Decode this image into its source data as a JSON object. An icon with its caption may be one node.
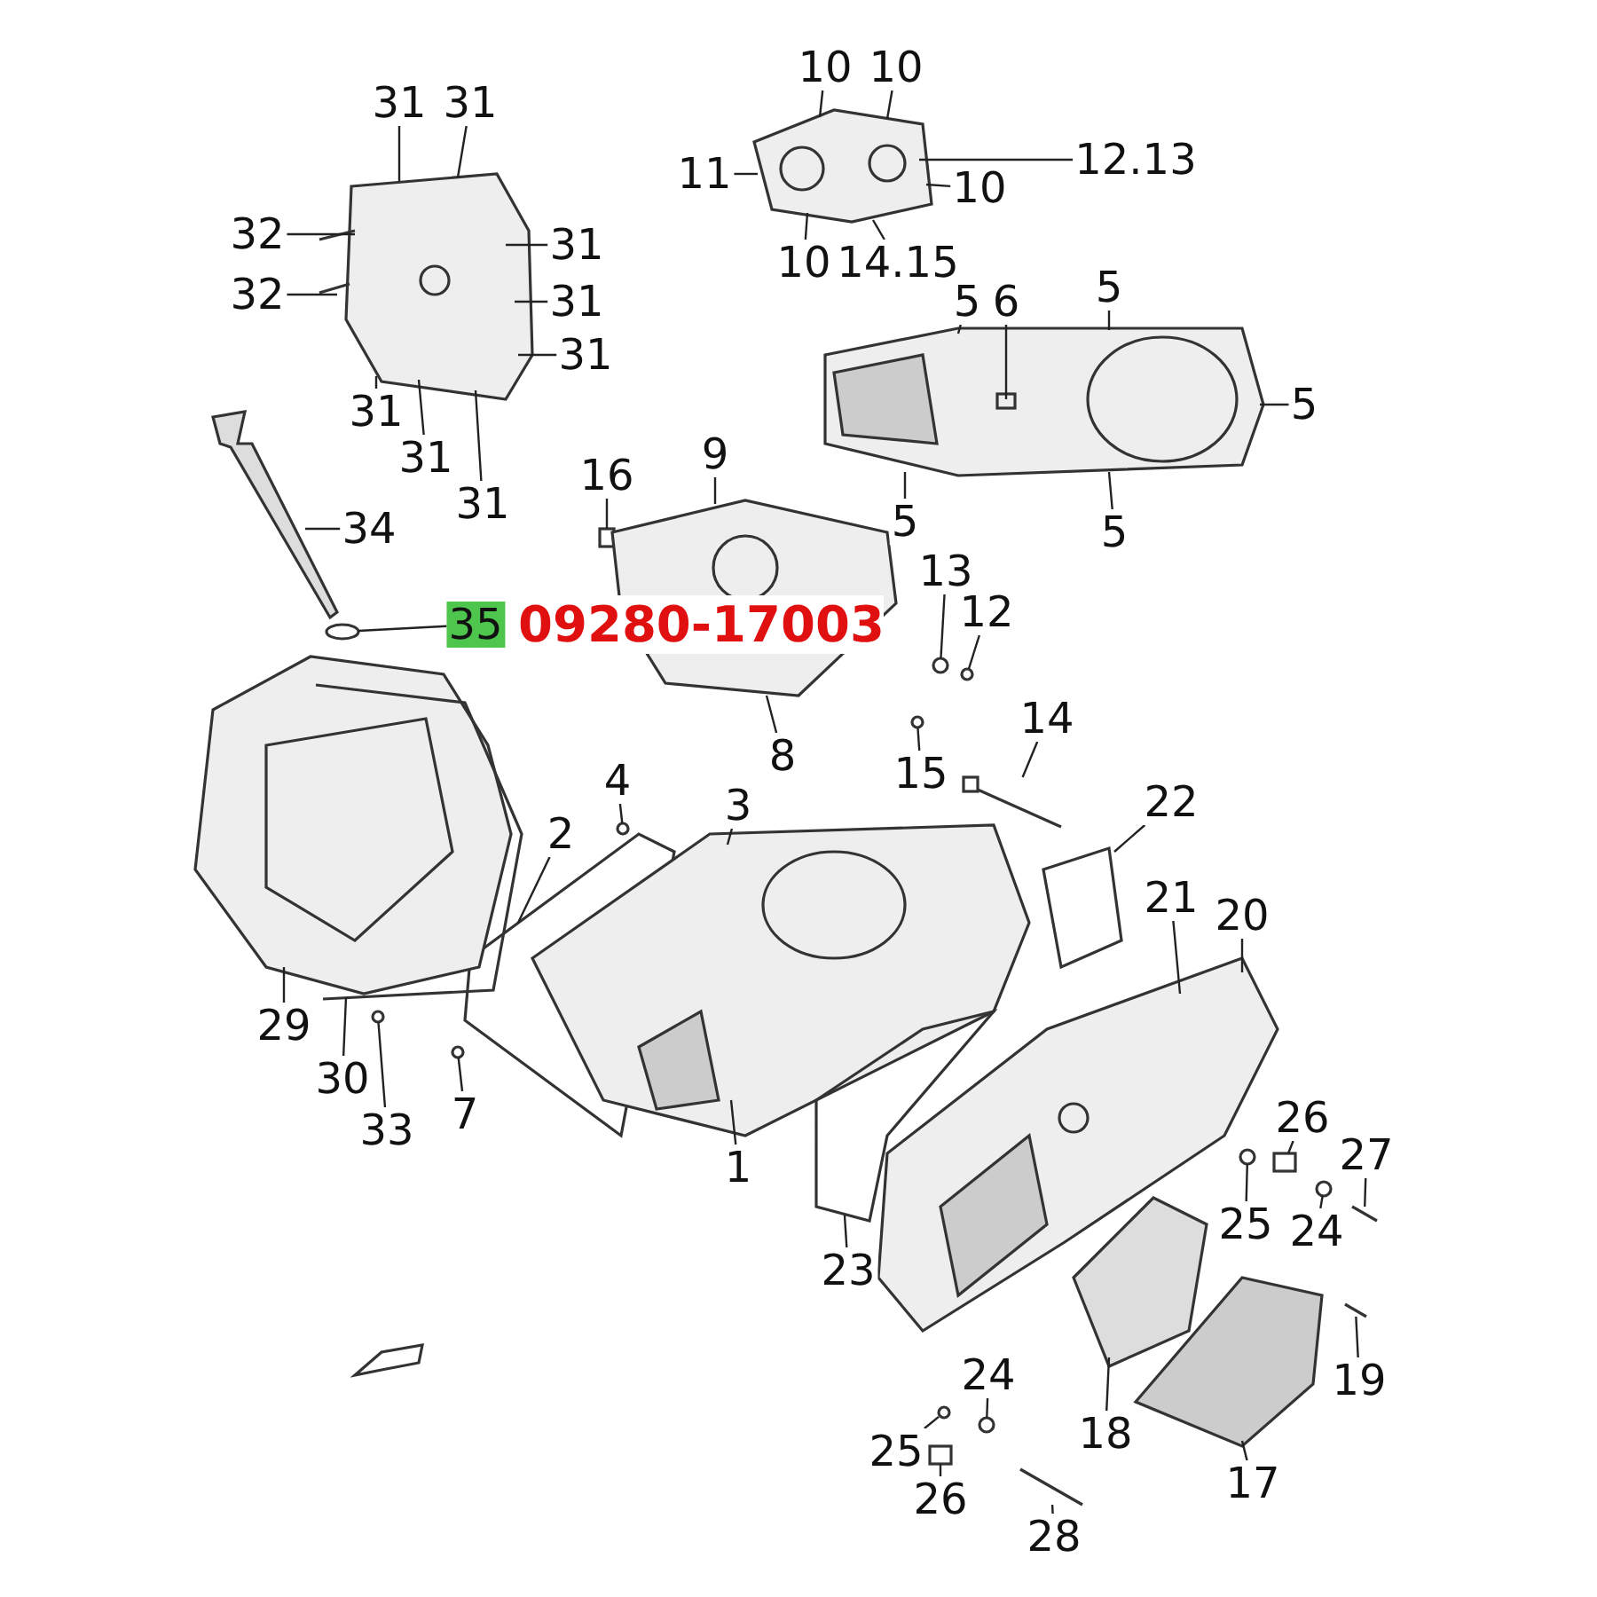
{
  "diagram": {
    "nodes": [
      {
        "text": [
          "31"
        ]
      },
      {
        "text": [
          "31"
        ]
      },
      {
        "text": [
          "32"
        ]
      },
      {
        "text": [
          "31"
        ]
      },
      {
        "text": [
          "32"
        ]
      },
      {
        "text": [
          "31"
        ]
      },
      {
        "text": [
          "31"
        ]
      },
      {
        "text": [
          "31"
        ]
      },
      {
        "text": [
          "31"
        ]
      },
      {
        "text": [
          "31"
        ]
      },
      {
        "text": [
          "10"
        ]
      },
      {
        "text": [
          "10"
        ]
      },
      {
        "text": [
          "11"
        ]
      },
      {
        "text": [
          "12.13"
        ]
      },
      {
        "text": [
          "10"
        ]
      },
      {
        "text": [
          "10"
        ]
      },
      {
        "text": [
          "14.15"
        ]
      },
      {
        "text": [
          "5"
        ]
      },
      {
        "text": [
          "6"
        ]
      },
      {
        "text": [
          "5"
        ]
      },
      {
        "text": [
          "5"
        ]
      },
      {
        "text": [
          "5"
        ]
      },
      {
        "text": [
          "5"
        ]
      },
      {
        "text": [
          "34"
        ]
      },
      {
        "text": [
          "16"
        ]
      },
      {
        "text": [
          "9"
        ]
      },
      {
        "text": [
          "35"
        ]
      },
      {
        "text": [
          "13"
        ]
      },
      {
        "text": [
          "12"
        ]
      },
      {
        "text": [
          "8"
        ]
      },
      {
        "text": [
          "14"
        ]
      },
      {
        "text": [
          "15"
        ]
      },
      {
        "text": [
          "4"
        ]
      },
      {
        "text": [
          "3"
        ]
      },
      {
        "text": [
          "2"
        ]
      },
      {
        "text": [
          "22"
        ]
      },
      {
        "text": [
          "21"
        ]
      },
      {
        "text": [
          "20"
        ]
      },
      {
        "text": [
          "29"
        ]
      },
      {
        "text": [
          "30"
        ]
      },
      {
        "text": [
          "33"
        ]
      },
      {
        "text": [
          "7"
        ]
      },
      {
        "text": [
          "1"
        ]
      },
      {
        "text": [
          "23"
        ]
      },
      {
        "text": [
          "26"
        ]
      },
      {
        "text": [
          "27"
        ]
      },
      {
        "text": [
          "25"
        ]
      },
      {
        "text": [
          "24"
        ]
      },
      {
        "text": [
          "19"
        ]
      },
      {
        "text": [
          "24"
        ]
      },
      {
        "text": [
          "25"
        ]
      },
      {
        "text": [
          "26"
        ]
      },
      {
        "text": [
          "18"
        ]
      },
      {
        "text": [
          "17"
        ]
      },
      {
        "text": [
          "28"
        ]
      },
      {
        "text": [],
        "shape": "picture"
      },
      {
        "text": [],
        "shape": "picture"
      },
      {
        "text": [],
        "shape": "picture"
      },
      {
        "text": [],
        "shape": "picture"
      },
      {
        "text": [],
        "shape": "circle"
      },
      {
        "text": [],
        "shape": "box"
      },
      {
        "text": [],
        "shape": "picture"
      },
      {
        "text": [],
        "shape": "circle"
      },
      {
        "text": [],
        "shape": "circle"
      },
      {
        "text": [],
        "shape": "picture"
      },
      {
        "text": [],
        "shape": "circle"
      },
      {
        "text": [],
        "shape": "circle"
      },
      {
        "text": [],
        "shape": "picture"
      },
      {
        "text": [],
        "shape": "picture"
      },
      {
        "text": [],
        "shape": "picture"
      },
      {
        "text": [],
        "shape": "picture"
      },
      {
        "text": [],
        "shape": "picture"
      },
      {
        "text": [],
        "shape": "picture"
      },
      {
        "text": [],
        "shape": "picture"
      },
      {
        "text": [],
        "shape": "circle"
      },
      {
        "text": [],
        "shape": "circle"
      },
      {
        "text": [],
        "shape": "box"
      },
      {
        "text": [],
        "shape": "picture"
      },
      {
        "text": [],
        "shape": "circle"
      },
      {
        "text": [],
        "shape": "circle"
      },
      {
        "text": [],
        "shape": "picture"
      },
      {
        "text": [],
        "shape": "circle"
      },
      {
        "text": [],
        "shape": "circle"
      },
      {
        "text": [],
        "shape": "box"
      },
      {
        "text": [],
        "shape": "picture"
      },
      {
        "text": [],
        "shape": "picture"
      },
      {
        "text": [],
        "shape": "picture"
      }
    ],
    "edges": [
      {
        "from": 0,
        "to": 55,
        "arrow": "none"
      },
      {
        "from": 1,
        "to": 55,
        "arrow": "none"
      },
      {
        "from": 2,
        "to": 55,
        "arrow": "none"
      },
      {
        "from": 3,
        "to": 55,
        "arrow": "none"
      },
      {
        "from": 4,
        "to": 55,
        "arrow": "none"
      },
      {
        "from": 5,
        "to": 55,
        "arrow": "none"
      },
      {
        "from": 6,
        "to": 55,
        "arrow": "none"
      },
      {
        "from": 7,
        "to": 55,
        "arrow": "none"
      },
      {
        "from": 8,
        "to": 55,
        "arrow": "none"
      },
      {
        "from": 9,
        "to": 55,
        "arrow": "none"
      },
      {
        "from": 10,
        "to": 56,
        "arrow": "none"
      },
      {
        "from": 11,
        "to": 56,
        "arrow": "none"
      },
      {
        "from": 12,
        "to": 56,
        "arrow": "none"
      },
      {
        "from": 13,
        "to": 56,
        "arrow": "none"
      },
      {
        "from": 14,
        "to": 56,
        "arrow": "none"
      },
      {
        "from": 15,
        "to": 56,
        "arrow": "none"
      },
      {
        "from": 16,
        "to": 56,
        "arrow": "none"
      },
      {
        "from": 17,
        "to": 57,
        "arrow": "none"
      },
      {
        "from": 18,
        "to": 57,
        "arrow": "none"
      },
      {
        "from": 19,
        "to": 57,
        "arrow": "none"
      },
      {
        "from": 20,
        "to": 57,
        "arrow": "none"
      },
      {
        "from": 21,
        "to": 57,
        "arrow": "none"
      },
      {
        "from": 22,
        "to": 57,
        "arrow": "none"
      },
      {
        "from": 23,
        "to": 58,
        "arrow": "none"
      },
      {
        "from": 24,
        "to": 60,
        "arrow": "none"
      },
      {
        "from": 25,
        "to": 61,
        "arrow": "none"
      },
      {
        "from": 26,
        "to": 59,
        "arrow": "none"
      },
      {
        "from": 27,
        "to": 62,
        "arrow": "none"
      },
      {
        "from": 28,
        "to": 63,
        "arrow": "none"
      },
      {
        "from": 29,
        "to": 61,
        "arrow": "none"
      },
      {
        "from": 30,
        "to": 64,
        "arrow": "none"
      },
      {
        "from": 31,
        "to": 65,
        "arrow": "none"
      },
      {
        "from": 32,
        "to": 66,
        "arrow": "none"
      },
      {
        "from": 33,
        "to": 68,
        "arrow": "none"
      },
      {
        "from": 34,
        "to": 67,
        "arrow": "none"
      },
      {
        "from": 35,
        "to": 69,
        "arrow": "none"
      },
      {
        "from": 36,
        "to": 71,
        "arrow": "none"
      },
      {
        "from": 37,
        "to": 71,
        "arrow": "none"
      },
      {
        "from": 38,
        "to": 72,
        "arrow": "none"
      },
      {
        "from": 39,
        "to": 73,
        "arrow": "none"
      },
      {
        "from": 40,
        "to": 74,
        "arrow": "none"
      },
      {
        "from": 41,
        "to": 75,
        "arrow": "none"
      },
      {
        "from": 42,
        "to": 68,
        "arrow": "none"
      },
      {
        "from": 43,
        "to": 70,
        "arrow": "none"
      },
      {
        "from": 44,
        "to": 76,
        "arrow": "none"
      },
      {
        "from": 45,
        "to": 77,
        "arrow": "none"
      },
      {
        "from": 46,
        "to": 78,
        "arrow": "none"
      },
      {
        "from": 47,
        "to": 79,
        "arrow": "none"
      },
      {
        "from": 48,
        "to": 80,
        "arrow": "none"
      },
      {
        "from": 49,
        "to": 81,
        "arrow": "none"
      },
      {
        "from": 50,
        "to": 82,
        "arrow": "none"
      },
      {
        "from": 51,
        "to": 83,
        "arrow": "none"
      },
      {
        "from": 52,
        "to": 84,
        "arrow": "none"
      },
      {
        "from": 53,
        "to": 85,
        "arrow": "none"
      },
      {
        "from": 54,
        "to": 86,
        "arrow": "none"
      }
    ],
    "labels": [
      "09280-17003"
    ]
  }
}
